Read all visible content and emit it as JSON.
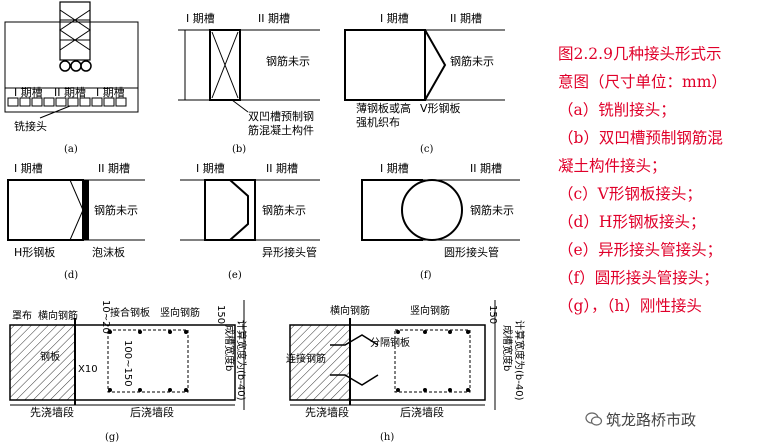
{
  "legend": {
    "title_line1": "图2.2.9几种接头形式示",
    "title_line2": "意图（尺寸单位：mm）",
    "items": [
      "（a）铣削接头；",
      "（b）双凹槽预制钢筋混",
      "凝土构件接头；",
      "（c）V形钢板接头；",
      "（d）H形钢板接头；",
      "（e）异形接头管接头；",
      "（f）圆形接头管接头；",
      "（g），（h）刚性接头"
    ],
    "color": "#e0002a"
  },
  "watermark": {
    "text": "筑龙路桥市政",
    "icon": "wechat-icon"
  },
  "figures": {
    "a": {
      "caption": "(a)",
      "labels": [
        "I 期槽",
        "II 期槽",
        "I 期槽",
        "铣接头"
      ]
    },
    "b": {
      "caption": "(b)",
      "labels": [
        "I 期槽",
        "II 期槽",
        "钢筋未示",
        "双凹槽预制钢",
        "筋混凝土构件"
      ]
    },
    "c": {
      "caption": "(c)",
      "labels": [
        "I 期槽",
        "II 期槽",
        "钢筋未示",
        "薄钢板或高",
        "强机织布",
        "V形钢板"
      ]
    },
    "d": {
      "caption": "(d)",
      "labels": [
        "I 期槽",
        "II 期槽",
        "钢筋未示",
        "H形钢板",
        "泡沫板"
      ]
    },
    "e": {
      "caption": "(e)",
      "labels": [
        "I 期槽",
        "II 期槽",
        "钢筋未示",
        "异形接头管"
      ]
    },
    "f": {
      "caption": "(f)",
      "labels": [
        "I 期槽",
        "II 期槽",
        "钢筋未示",
        "圆形接头管"
      ]
    },
    "g": {
      "caption": "(g)",
      "labels": [
        "罩布",
        "横向钢筋",
        "接合钢板",
        "竖向钢筋",
        "钢板",
        "10~20",
        "100~150",
        "X10",
        "先浇墙段",
        "后浇墙段",
        "150",
        "成槽宽度b",
        "计算宽度为(b-40)"
      ]
    },
    "h": {
      "caption": "(h)",
      "labels": [
        "横向钢筋",
        "竖向钢筋",
        "连接钢筋",
        "分隔钢板",
        "先浇墙段",
        "后浇墙段",
        "150",
        "成槽宽度b",
        "计算宽度为(b-40)"
      ]
    }
  }
}
